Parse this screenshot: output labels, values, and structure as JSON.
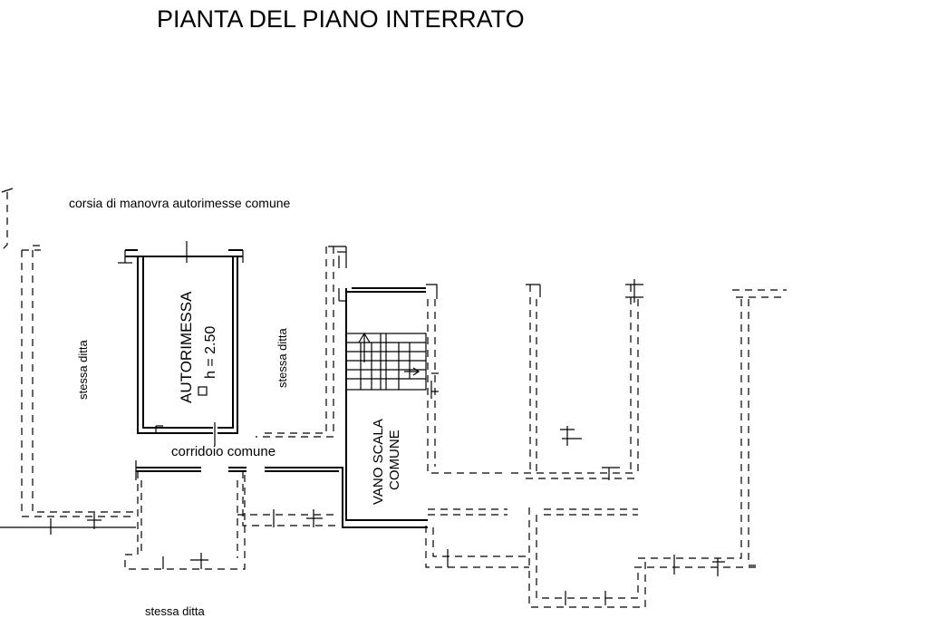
{
  "title": "PIANTA DEL PIANO INTERRATO",
  "labels": {
    "corsia": "corsia di manovra autorimesse comune",
    "garage_name": "AUTORIMESSA",
    "garage_height": "h = 2.50",
    "same_owner_left": "stessa ditta",
    "same_owner_mid": "stessa ditta",
    "same_owner_bottom": "stessa ditta",
    "corridor": "corridoio comune",
    "stair_line1": "VANO SCALA",
    "stair_line2": "COMUNE"
  }
}
